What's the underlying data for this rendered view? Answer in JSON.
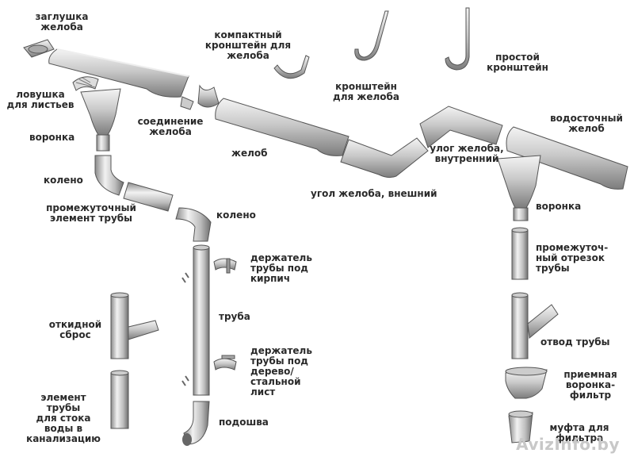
{
  "diagram": {
    "labels": {
      "end_cap": "заглушка\nжелоба",
      "gutter_bracket_compact": "компактный\nкронштейн для\nжелоба",
      "leaf_trap": "ловушка\nдля листьев",
      "funnel_left": "воронка",
      "gutter_joint": "соединение\nжелоба",
      "gutter_bracket": "кронштейн\nдля желоба",
      "simple_bracket": "простой\nкронштейн",
      "gutter_right": "водосточный\nжелоб",
      "gutter_center": "желоб",
      "inner_corner": "улог желоба,\nвнутренний",
      "outer_corner": "угол желоба, внешний",
      "elbow_left": "колено",
      "pipe_middle_element": "промежуточный\nэлемент трубы",
      "elbow_center": "колено",
      "funnel_right": "воронка",
      "holder_brick": "держатель\nтрубы под\nкирпич",
      "pipe_middle_segment": "промежуточ-\nный отрезок\nтрубы",
      "pipe": "труба",
      "fold_drain": "откидной\nсброс",
      "pipe_branch": "отвод трубы",
      "holder_wood": "держатель\nтрубы под\nдерево/\nстальной\nлист",
      "receiving_funnel_filter": "приемная\nворонка-\nфильтр",
      "sewer_pipe_element": "элемент\nтрубы\nдля стока\nводы в\nканализацию",
      "outlet_shoe": "подошва",
      "filter_coupling": "муфта для\nфильтра"
    },
    "watermark": "AvizInfo.by"
  }
}
